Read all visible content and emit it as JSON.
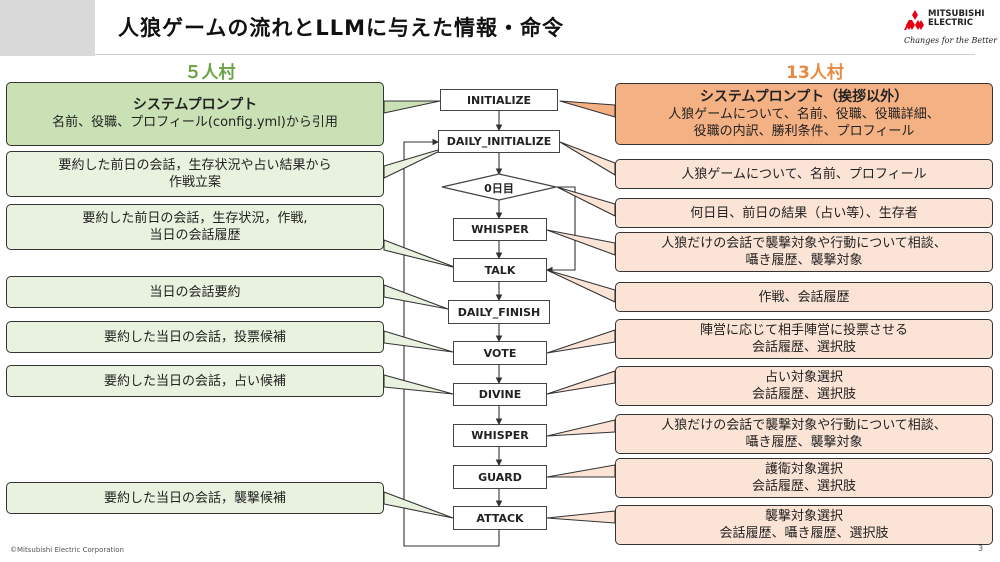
{
  "title": "人狼ゲームの流れとLLMに与えた情報・命令",
  "logo": {
    "line1": "MITSUBISHI",
    "line2": "ELECTRIC",
    "tagline": "Changes for the Better"
  },
  "left_header": "５人村",
  "right_header": "13人村",
  "left": {
    "sys": {
      "heading": "システムプロンプト",
      "text": "名前、役職、プロフィール(config.yml)から引用"
    },
    "items": [
      {
        "l1": "要約した前日の会話，生存状況や占い結果から",
        "l2": "作戦立案"
      },
      {
        "l1": "要約した前日の会話，生存状況，作戦,",
        "l2": "当日の会話履歴"
      },
      {
        "l1": "当日の会話要約"
      },
      {
        "l1": "要約した当日の会話，投票候補"
      },
      {
        "l1": "要約した当日の会話，占い候補"
      },
      {
        "l1": "要約した当日の会話，襲撃候補"
      }
    ]
  },
  "right": {
    "sys": {
      "heading": "システムプロンプト（挨拶以外）",
      "l1": "人狼ゲームについて、名前、役職、役職詳細、",
      "l2": "役職の内訳、勝利条件、プロフィール"
    },
    "items": [
      {
        "l1": "人狼ゲームについて、名前、プロフィール"
      },
      {
        "l1": "何日目、前日の結果（占い等）、生存者"
      },
      {
        "l1": "人狼だけの会話で襲撃対象や行動について相談、",
        "l2": "囁き履歴、襲撃対象"
      },
      {
        "l1": "作戦、会話履歴"
      },
      {
        "l1": "陣営に応じて相手陣営に投票させる",
        "l2": "会話履歴、選択肢"
      },
      {
        "l1": "占い対象選択",
        "l2": "会話履歴、選択肢"
      },
      {
        "l1": "人狼だけの会話で襲撃対象や行動について相談、",
        "l2": "囁き履歴、襲撃対象"
      },
      {
        "l1": "護衛対象選択",
        "l2": "会話履歴、選択肢"
      },
      {
        "l1": "襲撃対象選択",
        "l2": "会話履歴、囁き履歴、選択肢"
      }
    ]
  },
  "flow": {
    "initialize": "INITIALIZE",
    "daily_initialize": "DAILY_INITIALIZE",
    "day0": "0日目",
    "whisper1": "WHISPER",
    "talk": "TALK",
    "daily_finish": "DAILY_FINISH",
    "vote": "VOTE",
    "divine": "DIVINE",
    "whisper2": "WHISPER",
    "guard": "GUARD",
    "attack": "ATTACK"
  },
  "footer": {
    "copyright": "©Mitsubishi Electric Corporation",
    "page": "3"
  },
  "colors": {
    "green_header": "#6aa443",
    "orange_header": "#e9883f",
    "green_box": "#e8f2df",
    "green_sys": "#c9e1b5",
    "orange_box": "#fbe4d6",
    "orange_sys": "#f4b183"
  }
}
